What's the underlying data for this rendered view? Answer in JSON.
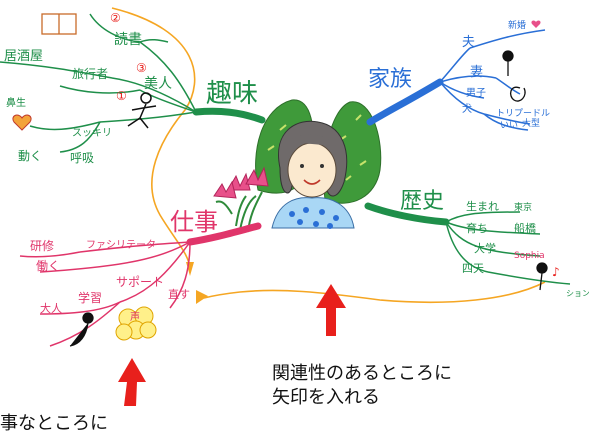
{
  "branches": {
    "hobby": {
      "title": "趣味",
      "color": "#1f8f4a",
      "items": [
        "読書",
        "居酒屋",
        "旅行者",
        "美人",
        "鼻生",
        "動く",
        "呼吸",
        "スッキリ"
      ],
      "marks": [
        "②",
        "③",
        "①"
      ]
    },
    "family": {
      "title": "家族",
      "color": "#2a6fd6",
      "items": [
        "夫",
        "新婚",
        "妻",
        "男子",
        "犬",
        "トリプードル",
        "いい",
        "大型"
      ]
    },
    "history": {
      "title": "歴史",
      "color": "#1f8f4a",
      "items": [
        "生まれ",
        "東京",
        "育ち",
        "船橋",
        "大学",
        "四天",
        "Sophia",
        "ション"
      ]
    },
    "work": {
      "title": "仕事",
      "color": "#e0356a",
      "items": [
        "研修",
        "ファシリテーター",
        "働く",
        "大人",
        "学習",
        "サポート",
        "声",
        "直す"
      ]
    }
  },
  "captions": {
    "right": [
      "関連性のあるところに",
      "矢印を入れる"
    ],
    "left": "事なところに"
  },
  "colors": {
    "orange_link": "#f5a623",
    "arrow_red": "#e8201c",
    "mountain": "#3f9a3a",
    "flower": "#e8508a",
    "hair": "#6f6a6a"
  }
}
